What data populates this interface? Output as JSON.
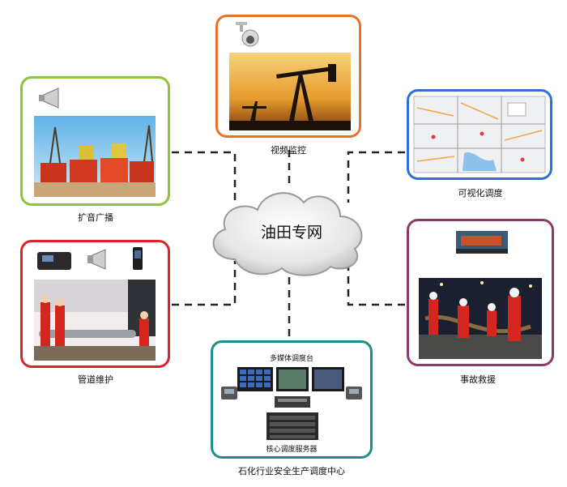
{
  "cloud": {
    "label": "油田专网"
  },
  "nodes": {
    "video": {
      "caption": "视频监控",
      "icon": "ptz-camera-icon",
      "border": "#e8722a"
    },
    "broadcast": {
      "caption": "扩音广播",
      "icon": "horn-speaker-icon",
      "border": "#8cc43c"
    },
    "visual": {
      "caption": "可视化调度",
      "icon": "map-grid-icon",
      "border": "#2f6fd8"
    },
    "pipeline": {
      "caption": "管道维护",
      "icon": "radio-speaker-phone-icon",
      "border": "#d8242a"
    },
    "accident": {
      "caption": "事故救援",
      "icon": "rescue-equipment-icon",
      "border": "#8c3a68"
    },
    "center": {
      "caption": "石化行业安全生产调度中心",
      "border": "#1f8f86",
      "console_label": "多媒体调度台",
      "server_label": "核心调度服务器"
    }
  }
}
